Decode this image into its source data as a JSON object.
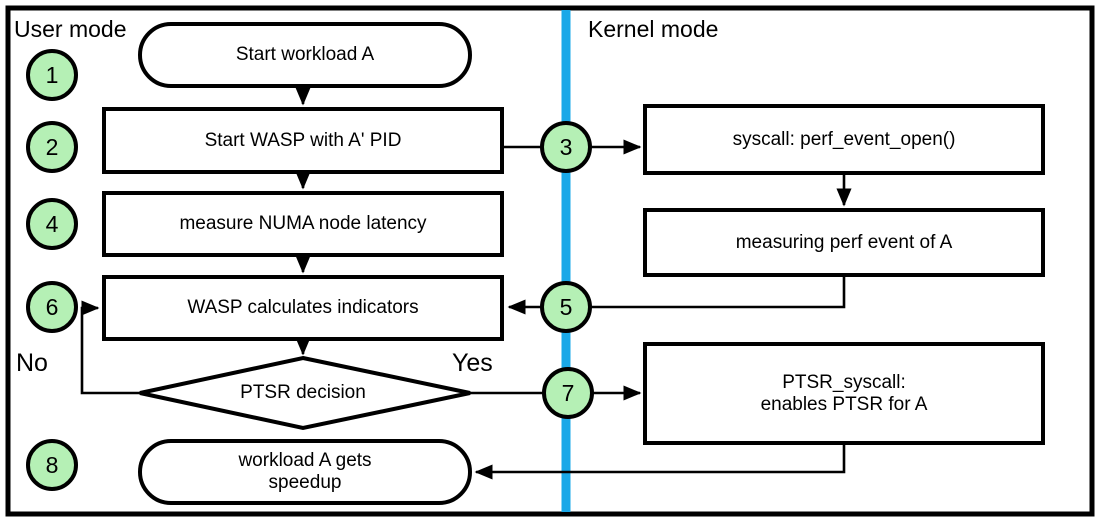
{
  "diagram": {
    "title_user_mode": "User mode",
    "title_kernel_mode": "Kernel mode",
    "colors": {
      "circle_fill": "#b5f0b5",
      "divider": "#1aa8e8",
      "stroke": "#000000",
      "background": "#ffffff"
    },
    "lanes": [
      {
        "name": "user-mode",
        "label": "User mode"
      },
      {
        "name": "kernel-mode",
        "label": "Kernel mode"
      }
    ],
    "nodes": [
      {
        "id": "start-workload",
        "shape": "stadium",
        "label": "Start workload A",
        "lane": "user-mode"
      },
      {
        "id": "start-wasp",
        "shape": "rect",
        "label": "Start WASP with A' PID",
        "lane": "user-mode"
      },
      {
        "id": "measure-latency",
        "shape": "rect",
        "label": "measure NUMA node latency",
        "lane": "user-mode"
      },
      {
        "id": "wasp-indicators",
        "shape": "rect",
        "label": "WASP calculates indicators",
        "lane": "user-mode"
      },
      {
        "id": "ptsr-decision",
        "shape": "diamond",
        "label": "PTSR decision",
        "lane": "user-mode"
      },
      {
        "id": "workload-speedup",
        "shape": "stadium",
        "label": "workload A gets\nspeedup",
        "lane": "user-mode"
      },
      {
        "id": "perf-event-open",
        "shape": "rect",
        "label": "syscall: perf_event_open()",
        "lane": "kernel-mode"
      },
      {
        "id": "measuring-perf",
        "shape": "rect",
        "label": "measuring perf event of A",
        "lane": "kernel-mode"
      },
      {
        "id": "ptsr-syscall",
        "shape": "rect",
        "label": "PTSR_syscall:\nenables PTSR for A",
        "lane": "kernel-mode"
      }
    ],
    "steps": [
      {
        "n": "1",
        "position": "left-gutter"
      },
      {
        "n": "2",
        "position": "left-gutter"
      },
      {
        "n": "3",
        "position": "on-divider"
      },
      {
        "n": "4",
        "position": "left-gutter"
      },
      {
        "n": "5",
        "position": "on-divider"
      },
      {
        "n": "6",
        "position": "left-gutter"
      },
      {
        "n": "7",
        "position": "on-divider"
      },
      {
        "n": "8",
        "position": "left-gutter"
      }
    ],
    "edge_labels": [
      {
        "id": "no-label",
        "text": "No"
      },
      {
        "id": "yes-label",
        "text": "Yes"
      }
    ]
  }
}
